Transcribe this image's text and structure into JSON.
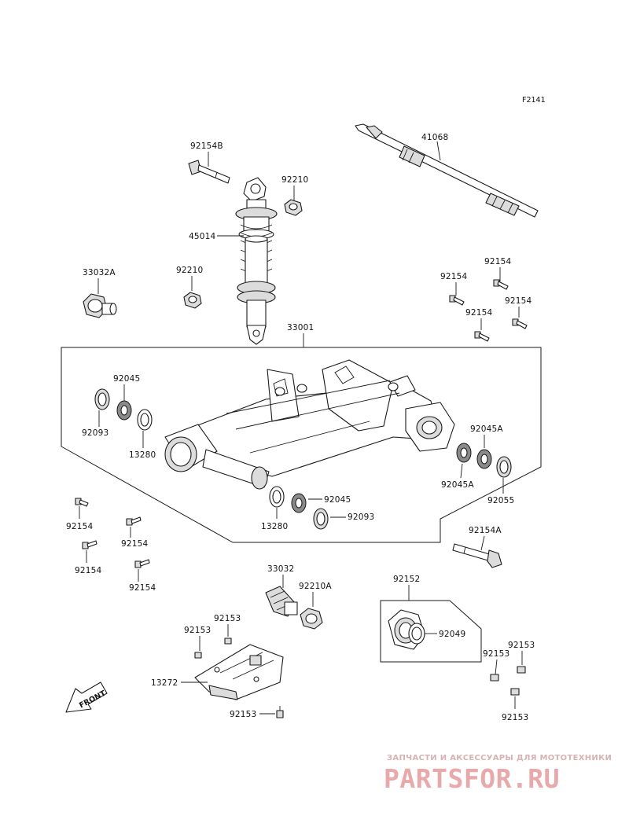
{
  "figure_code": "F2141",
  "front_label": "FRONT",
  "parts": {
    "p41068": "41068",
    "p92154B": "92154B",
    "p92210_top": "92210",
    "p45014": "45014",
    "p33032A": "33032A",
    "p92210_mid": "92210",
    "p33001": "33001",
    "p92154_a": "92154",
    "p92154_b": "92154",
    "p92154_c": "92154",
    "p92154_d": "92154",
    "p92045_l": "92045",
    "p92093_l": "92093",
    "p13280_l": "13280",
    "p92045A_1": "92045A",
    "p92045A_2": "92045A",
    "p92055": "92055",
    "p92045_b": "92045",
    "p13280_b": "13280",
    "p92093_b": "92093",
    "p92154_l1": "92154",
    "p92154_l2": "92154",
    "p92154_l3": "92154",
    "p92154_l4": "92154",
    "p92154A": "92154A",
    "p33032": "33032",
    "p92210A": "92210A",
    "p92153_1": "92153",
    "p92153_2": "92153",
    "p13272": "13272",
    "p92153_3": "92153",
    "p92152": "92152",
    "p92049": "92049",
    "p92153_4": "92153",
    "p92153_5": "92153",
    "p92153_6": "92153"
  },
  "watermark": {
    "tagline": "ЗАПЧАСТИ И АКСЕССУАРЫ ДЛЯ МОТОТЕХНИКИ",
    "brand": "PARTSFOR.RU"
  }
}
